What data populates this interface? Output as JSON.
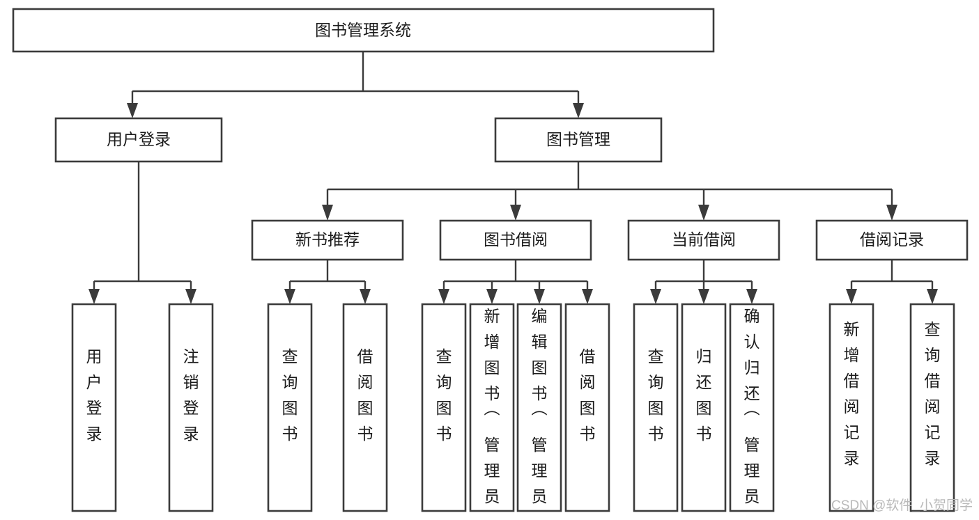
{
  "diagram": {
    "title": "图书管理系统",
    "type": "tree-hierarchy",
    "watermark": "CSDN @软件_小贺同学",
    "colors": {
      "stroke": "#3b3b3b",
      "box_fill": "#ffffff",
      "text": "#1c1c1c",
      "background": "#ffffff",
      "watermark": "#b9b9b9"
    },
    "levels": {
      "root_label": "图书管理系统",
      "level2": [
        "用户登录",
        "图书管理"
      ],
      "level3": [
        "新书推荐",
        "图书借阅",
        "当前借阅",
        "借阅记录"
      ]
    },
    "nodes": {
      "root": {
        "label": "图书管理系统",
        "orientation": "horizontal"
      },
      "user_login": {
        "label": "用户登录",
        "orientation": "horizontal"
      },
      "book_manage": {
        "label": "图书管理",
        "orientation": "horizontal"
      },
      "new_book_recommend": {
        "label": "新书推荐",
        "orientation": "horizontal"
      },
      "book_borrow": {
        "label": "图书借阅",
        "orientation": "horizontal"
      },
      "current_borrow": {
        "label": "当前借阅",
        "orientation": "horizontal"
      },
      "borrow_record": {
        "label": "借阅记录",
        "orientation": "horizontal"
      },
      "leaf_user_login": {
        "label": "用户登录",
        "orientation": "vertical"
      },
      "leaf_logout": {
        "label": "注销登录",
        "orientation": "vertical"
      },
      "leaf_query_book_1": {
        "label": "查询图书",
        "orientation": "vertical"
      },
      "leaf_borrow_book_1": {
        "label": "借阅图书",
        "orientation": "vertical"
      },
      "leaf_query_book_2": {
        "label": "查询图书",
        "orientation": "vertical"
      },
      "leaf_add_book": {
        "label": "新增图书（管理员）",
        "orientation": "vertical"
      },
      "leaf_edit_book": {
        "label": "编辑图书（管理员）",
        "orientation": "vertical"
      },
      "leaf_borrow_book_2": {
        "label": "借阅图书",
        "orientation": "vertical"
      },
      "leaf_query_book_3": {
        "label": "查询图书",
        "orientation": "vertical"
      },
      "leaf_return_book": {
        "label": "归还图书",
        "orientation": "vertical"
      },
      "leaf_confirm_return": {
        "label": "确认归还（管理员）",
        "orientation": "vertical"
      },
      "leaf_add_record": {
        "label": "新增借阅记录",
        "orientation": "vertical"
      },
      "leaf_query_record": {
        "label": "查询借阅记录",
        "orientation": "vertical"
      }
    },
    "edges": [
      {
        "from": "root",
        "to": "user_login"
      },
      {
        "from": "root",
        "to": "book_manage"
      },
      {
        "from": "user_login",
        "to": "leaf_user_login"
      },
      {
        "from": "user_login",
        "to": "leaf_logout"
      },
      {
        "from": "book_manage",
        "to": "new_book_recommend"
      },
      {
        "from": "book_manage",
        "to": "book_borrow"
      },
      {
        "from": "book_manage",
        "to": "current_borrow"
      },
      {
        "from": "book_manage",
        "to": "borrow_record"
      },
      {
        "from": "new_book_recommend",
        "to": "leaf_query_book_1"
      },
      {
        "from": "new_book_recommend",
        "to": "leaf_borrow_book_1"
      },
      {
        "from": "book_borrow",
        "to": "leaf_query_book_2"
      },
      {
        "from": "book_borrow",
        "to": "leaf_add_book"
      },
      {
        "from": "book_borrow",
        "to": "leaf_edit_book"
      },
      {
        "from": "book_borrow",
        "to": "leaf_borrow_book_2"
      },
      {
        "from": "current_borrow",
        "to": "leaf_query_book_3"
      },
      {
        "from": "current_borrow",
        "to": "leaf_return_book"
      },
      {
        "from": "current_borrow",
        "to": "leaf_confirm_return"
      },
      {
        "from": "borrow_record",
        "to": "leaf_add_record"
      },
      {
        "from": "borrow_record",
        "to": "leaf_query_record"
      }
    ]
  }
}
